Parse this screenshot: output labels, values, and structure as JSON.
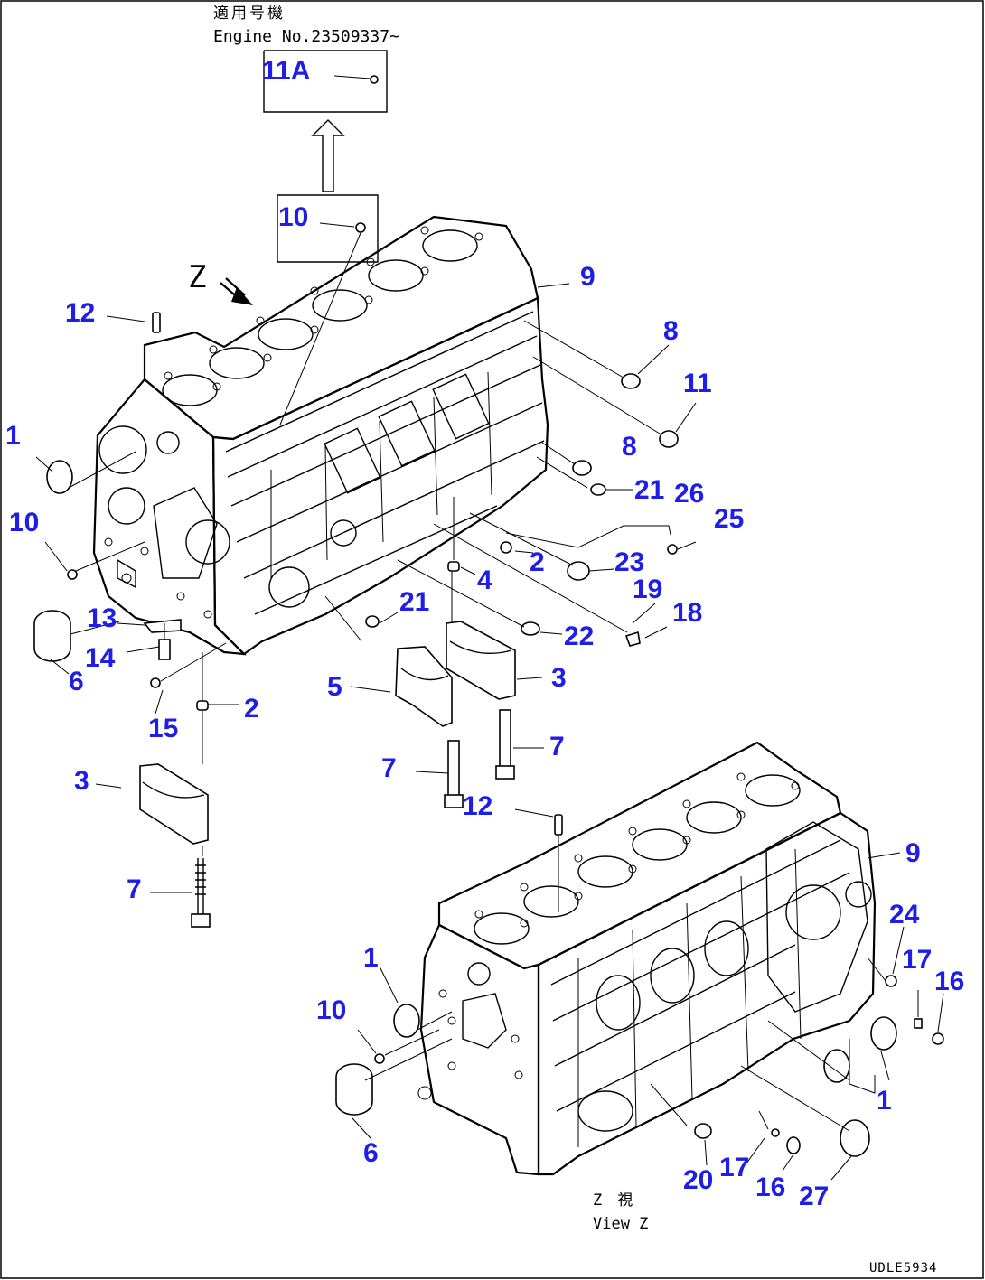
{
  "header": {
    "note_jp": "適用号機",
    "note_en": "Engine No.23509337~"
  },
  "view_label": {
    "jp": "Z　視",
    "en": "View Z"
  },
  "direction_marker": "Z",
  "figure_code": "UDLE5934",
  "colors": {
    "callout": "#1e1ee6",
    "line": "#000000",
    "background": "#ffffff"
  },
  "callouts": [
    {
      "id": "11A",
      "label": "11A"
    },
    {
      "id": "10-top",
      "label": "10"
    },
    {
      "id": "9-top",
      "label": "9"
    },
    {
      "id": "12-top",
      "label": "12"
    },
    {
      "id": "8-a",
      "label": "8"
    },
    {
      "id": "11",
      "label": "11"
    },
    {
      "id": "8-b",
      "label": "8"
    },
    {
      "id": "1-left",
      "label": "1"
    },
    {
      "id": "21-a",
      "label": "21"
    },
    {
      "id": "26",
      "label": "26"
    },
    {
      "id": "25",
      "label": "25"
    },
    {
      "id": "10-left",
      "label": "10"
    },
    {
      "id": "2-a",
      "label": "2"
    },
    {
      "id": "23",
      "label": "23"
    },
    {
      "id": "4",
      "label": "4"
    },
    {
      "id": "19",
      "label": "19"
    },
    {
      "id": "21-b",
      "label": "21"
    },
    {
      "id": "18",
      "label": "18"
    },
    {
      "id": "13",
      "label": "13"
    },
    {
      "id": "22",
      "label": "22"
    },
    {
      "id": "14",
      "label": "14"
    },
    {
      "id": "6-left",
      "label": "6"
    },
    {
      "id": "5",
      "label": "5"
    },
    {
      "id": "3-a",
      "label": "3"
    },
    {
      "id": "2-b",
      "label": "2"
    },
    {
      "id": "15",
      "label": "15"
    },
    {
      "id": "7-a",
      "label": "7"
    },
    {
      "id": "7-b",
      "label": "7"
    },
    {
      "id": "3-b",
      "label": "3"
    },
    {
      "id": "12-b",
      "label": "12"
    },
    {
      "id": "9-b",
      "label": "9"
    },
    {
      "id": "7-c",
      "label": "7"
    },
    {
      "id": "24",
      "label": "24"
    },
    {
      "id": "1-b",
      "label": "1"
    },
    {
      "id": "17-a",
      "label": "17"
    },
    {
      "id": "16-a",
      "label": "16"
    },
    {
      "id": "10-b",
      "label": "10"
    },
    {
      "id": "1-c",
      "label": "1"
    },
    {
      "id": "6-b",
      "label": "6"
    },
    {
      "id": "20",
      "label": "20"
    },
    {
      "id": "17-b",
      "label": "17"
    },
    {
      "id": "16-b",
      "label": "16"
    },
    {
      "id": "27",
      "label": "27"
    }
  ]
}
